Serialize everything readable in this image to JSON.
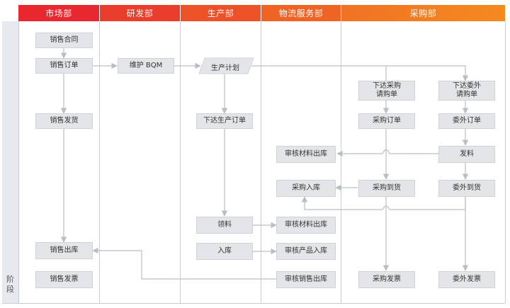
{
  "headers": [
    "市场部",
    "研发部",
    "生产部",
    "物流服务部",
    "采购部"
  ],
  "stage_label": "阶\n段",
  "nodes": {
    "sales_contract": "销售合同",
    "sales_order": "销售订单",
    "sales_delivery": "销售发货",
    "sales_outbound": "销售出库",
    "sales_invoice": "销售发票",
    "maintain_bqm": "维护 BQM",
    "production_plan": "生产计划",
    "issue_production_order": "下达生产订单",
    "material_pick": "领料",
    "warehouse_in": "入库",
    "audit_material_out_1": "审核材料出库",
    "purchase_in": "采购入库",
    "audit_material_out_2": "审核材料出库",
    "audit_product_in": "审核产品入库",
    "audit_sales_out": "审核销售出库",
    "issue_purchase_request": "下达采购\n请购单",
    "purchase_order": "采购订单",
    "purchase_arrival": "采购到货",
    "purchase_invoice": "采购发票",
    "issue_outsource_request": "下达委外\n请购单",
    "outsource_order": "委外订单",
    "material_issue": "发料",
    "outsource_arrival": "委外到货",
    "outsource_invoice": "委外发票"
  },
  "colors": {
    "header_start": "#e8272f",
    "header_end": "#f58a1f",
    "box_fill": "#e3e5e8",
    "arrow": "#b9bec6"
  }
}
